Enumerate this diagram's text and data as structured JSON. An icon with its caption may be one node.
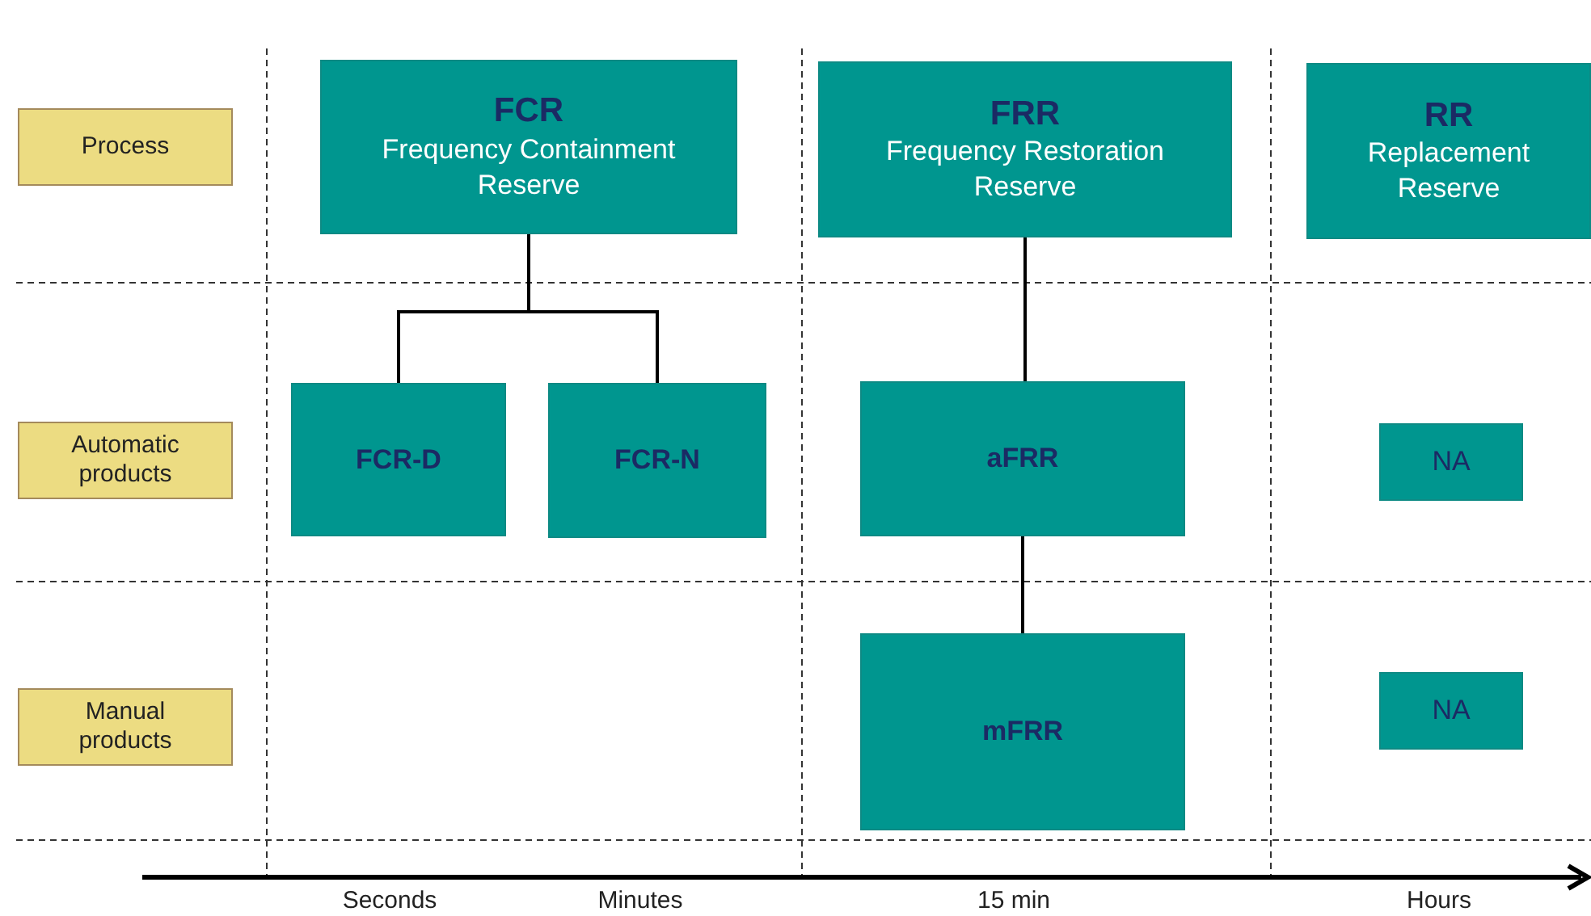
{
  "diagram": {
    "nodes": [
      {
        "text": [
          "Process"
        ]
      },
      {
        "text": [
          "FCR",
          "Frequency Containment Reserve"
        ]
      },
      {
        "text": [
          "FRR",
          "Frequency Restoration Reserve"
        ]
      },
      {
        "text": [
          "RR",
          "Replacement Reserve"
        ]
      },
      {
        "text": [
          "Automatic products"
        ]
      },
      {
        "text": [
          "FCR-D"
        ]
      },
      {
        "text": [
          "FCR-N"
        ]
      },
      {
        "text": [
          "aFRR"
        ]
      },
      {
        "text": [
          "NA"
        ]
      },
      {
        "text": [
          "Manual products"
        ]
      },
      {
        "text": [
          "mFRR"
        ]
      },
      {
        "text": [
          "NA"
        ]
      }
    ],
    "edges": [
      {
        "from": 1,
        "to": 5,
        "arrow": "none"
      },
      {
        "from": 1,
        "to": 6,
        "arrow": "none"
      },
      {
        "from": 2,
        "to": 7,
        "arrow": "none"
      },
      {
        "from": 7,
        "to": 10,
        "arrow": "none"
      }
    ],
    "labels": [
      "Seconds",
      "Minutes",
      "15 min",
      "Hours"
    ]
  }
}
